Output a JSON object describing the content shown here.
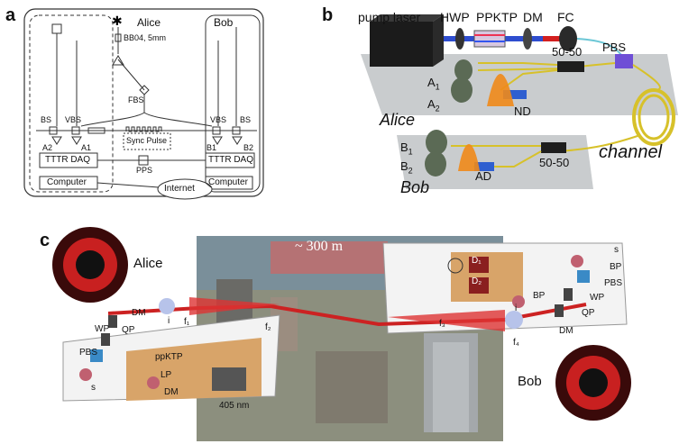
{
  "panels": {
    "a": {
      "letter": "a",
      "alice_title": "Alice",
      "bob_title": "Bob",
      "crystal": "BB04, 5mm",
      "fbs": "FBS",
      "sync_pulse": "Sync Pulse",
      "pps": "PPS",
      "internet": "Internet",
      "bs_left": "BS",
      "vbs_left": "VBS",
      "a2": "A2",
      "a1": "A1",
      "vbs_right": "VBS",
      "bs_right": "BS",
      "b1": "B1",
      "b2": "B2",
      "tttr_left": "TTTR DAQ",
      "tttr_right": "TTTR DAQ",
      "computer_left": "Computer",
      "computer_right": "Computer"
    },
    "b": {
      "letter": "b",
      "pump_laser": "pump laser",
      "hwp": "HWP",
      "ppktp": "PPKTP",
      "dm": "DM",
      "fc": "FC",
      "pbs": "PBS",
      "split1": "50-50",
      "split2": "50-50",
      "a1": "A",
      "a1_sub": "1",
      "a2": "A",
      "a2_sub": "2",
      "alice": "Alice",
      "nd": "ND",
      "b1": "B",
      "b1_sub": "1",
      "b2": "B",
      "b2_sub": "2",
      "ad": "AD",
      "channel": "channel",
      "bob": "Bob"
    },
    "c": {
      "letter": "c",
      "alice": "Alice",
      "bob": "Bob",
      "distance": "~ 300 m",
      "left_dm": "DM",
      "left_qp": "QP",
      "left_wp": "WP",
      "left_pbs": "PBS",
      "left_s": "s",
      "left_i": "i",
      "left_f1": "f₁",
      "left_f2": "f₂",
      "ppktp": "ppKTP",
      "lp": "LP",
      "dm2": "DM",
      "laser": "405 nm",
      "d1": "D₁",
      "d2": "D₂",
      "right_s": "s",
      "right_bp1": "BP",
      "right_pbs": "PBS",
      "right_wp": "WP",
      "right_qp": "QP",
      "right_dm": "DM",
      "right_bp2": "BP",
      "right_i": "i",
      "right_f3": "f₃",
      "right_f4": "f₄"
    }
  }
}
